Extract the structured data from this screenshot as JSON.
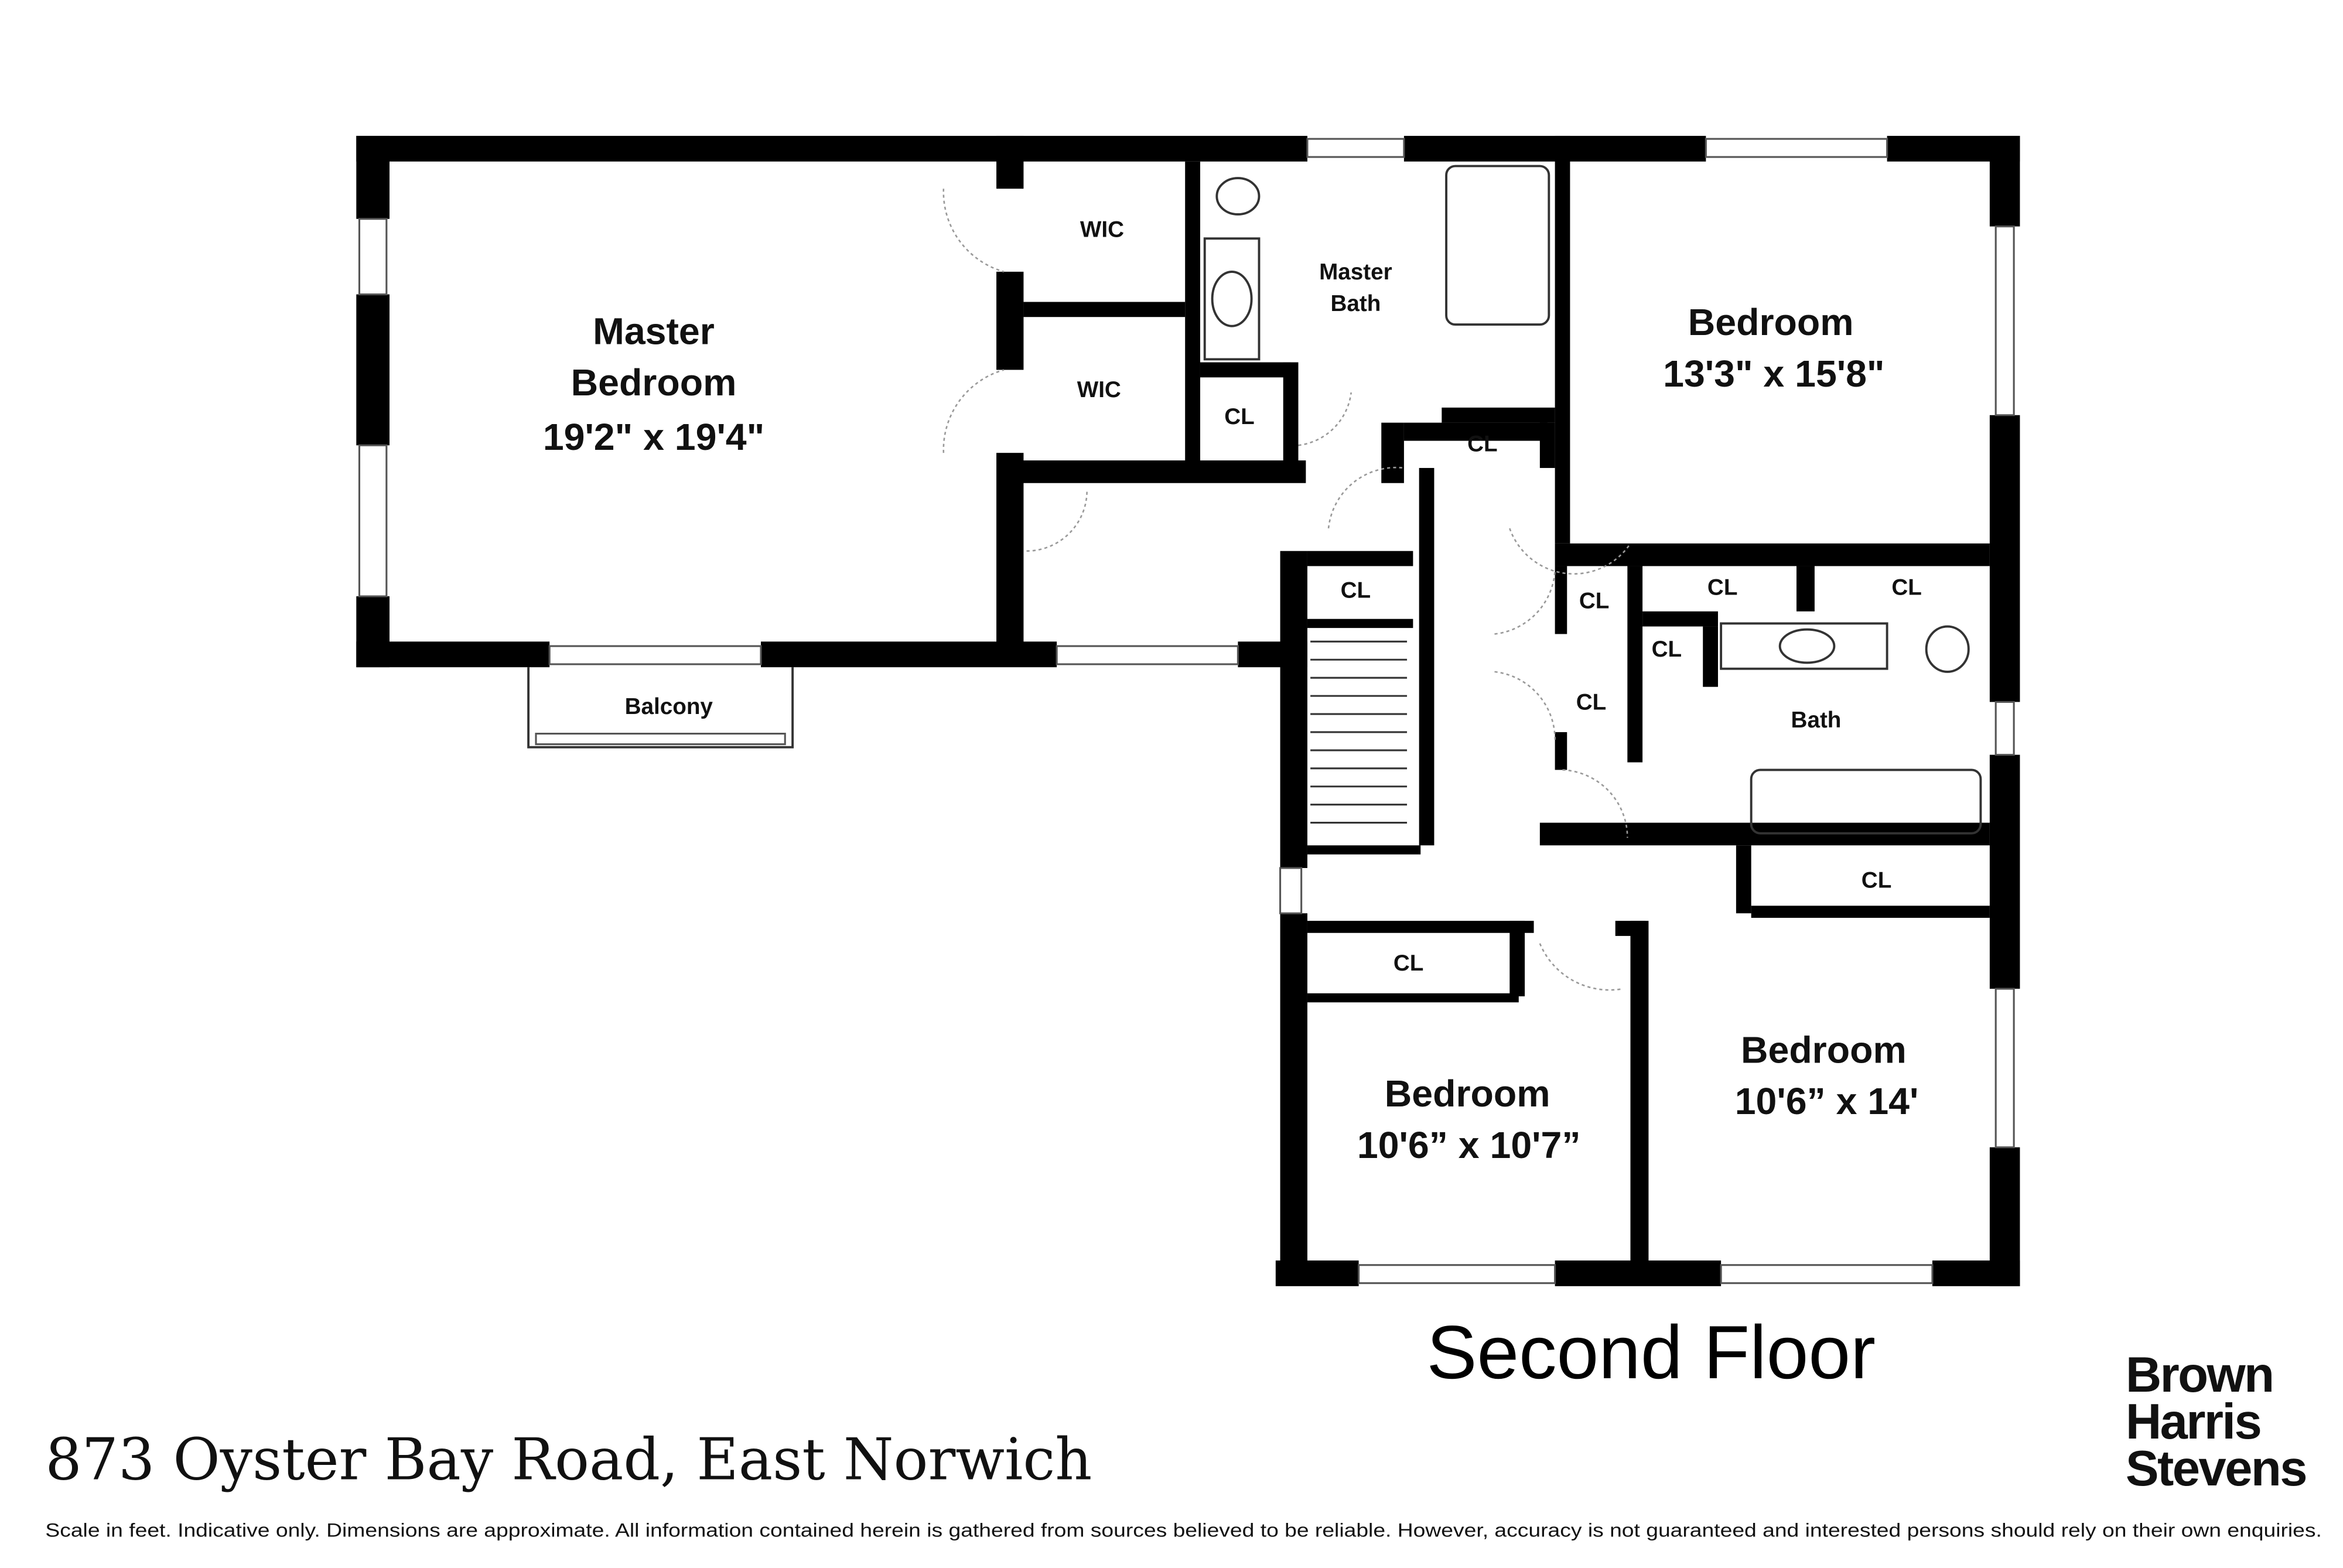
{
  "plan": {
    "title": "Second Floor",
    "rooms": {
      "master_bedroom": {
        "name1": "Master",
        "name2": "Bedroom",
        "dims": "19'2\" x 19'4\""
      },
      "wic_1": "WIC",
      "wic_2": "WIC",
      "master_bath1": "Master",
      "master_bath2": "Bath",
      "bedroom_ne": {
        "name": "Bedroom",
        "dims": "13'3\" x 15'8\""
      },
      "bath": "Bath",
      "bedroom_sw": {
        "name": "Bedroom",
        "dims": "10'6” x 10'7”"
      },
      "bedroom_se": {
        "name": "Bedroom",
        "dims": "10'6” x 14'"
      },
      "balcony": "Balcony",
      "closets": [
        "CL",
        "CL",
        "CL",
        "CL",
        "CL",
        "CL",
        "CL",
        "CL",
        "CL",
        "CL"
      ]
    }
  },
  "footer": {
    "address": "873 Oyster Bay Road, East Norwich",
    "disclaimer": "Scale in feet. Indicative only. Dimensions are approximate. All information contained herein is gathered from sources believed to be reliable. However, accuracy is not guaranteed and interested persons should rely on their own enquiries.",
    "logo": [
      "Brown",
      "Harris",
      "Stevens"
    ]
  }
}
